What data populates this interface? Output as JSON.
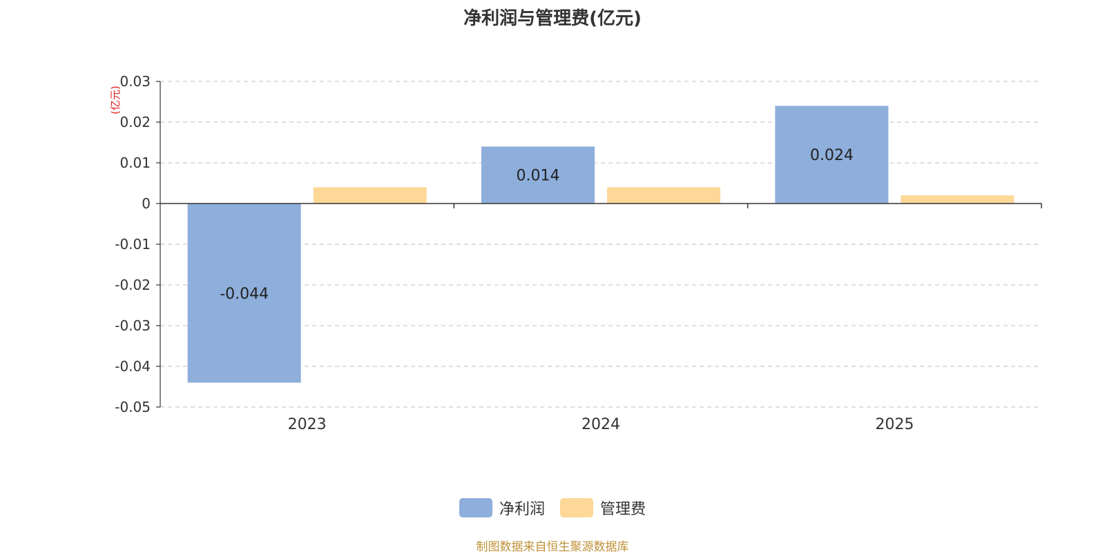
{
  "chart_data": {
    "type": "bar",
    "title": "净利润与管理费(亿元)",
    "ylabel": "(亿元)",
    "xlabel": "",
    "categories": [
      "2023",
      "2024",
      "2025"
    ],
    "series": [
      {
        "name": "净利润",
        "color": "#8eaedb",
        "values": [
          -0.044,
          0.014,
          0.024
        ],
        "labels": [
          "-0.044",
          "0.014",
          "0.024"
        ]
      },
      {
        "name": "管理费",
        "color": "#fdd897",
        "values": [
          0.004,
          0.004,
          0.002
        ],
        "labels": [
          "",
          "",
          ""
        ]
      }
    ],
    "ylim": [
      -0.05,
      0.03
    ],
    "yticks": [
      0.03,
      0.02,
      0.01,
      0,
      -0.01,
      -0.02,
      -0.03,
      -0.04,
      -0.05
    ],
    "ytick_labels": [
      "0.03",
      "0.02",
      "0.01",
      "0",
      "-0.01",
      "-0.02",
      "-0.03",
      "-0.04",
      "-0.05"
    ],
    "grid": true,
    "legend_position": "bottom-center"
  },
  "footer": {
    "source_text": "制图数据来自恒生聚源数据库",
    "source_color": "#c0923a"
  }
}
